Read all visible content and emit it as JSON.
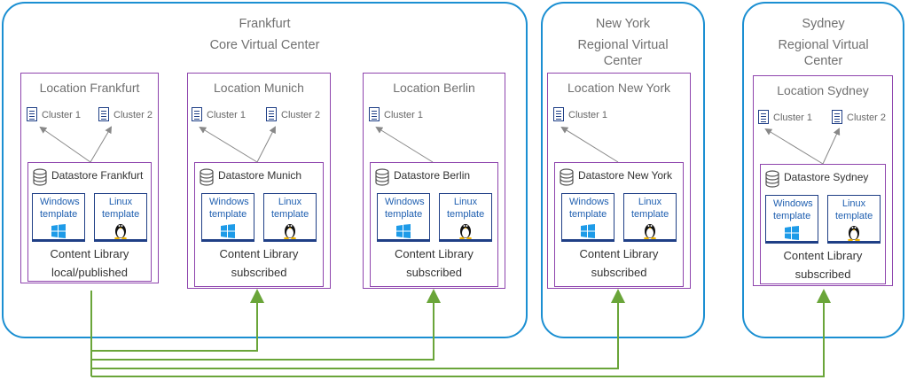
{
  "colors": {
    "region_border": "#1b8fd2",
    "location_border": "#8e44ad",
    "template_border": "#1f3f86",
    "sync_line": "#6aa539",
    "arrow": "#888888"
  },
  "regions": [
    {
      "title_line1": "Frankfurt",
      "title_line2": "Core Virtual Center"
    },
    {
      "title_line1": "New York",
      "title_line2": "Regional Virtual Center"
    },
    {
      "title_line1": "Sydney",
      "title_line2": "Regional Virtual Center"
    }
  ],
  "locations": [
    {
      "title": "Location Frankfurt",
      "clusters": [
        "Cluster 1",
        "Cluster 2"
      ],
      "datastore": "Datastore Frankfurt",
      "templates": [
        "Windows template",
        "Linux template"
      ],
      "library_line1": "Content Library",
      "library_line2": "local/published"
    },
    {
      "title": "Location Munich",
      "clusters": [
        "Cluster 1",
        "Cluster 2"
      ],
      "datastore": "Datastore Munich",
      "templates": [
        "Windows template",
        "Linux template"
      ],
      "library_line1": "Content Library",
      "library_line2": "subscribed"
    },
    {
      "title": "Location Berlin",
      "clusters": [
        "Cluster 1"
      ],
      "datastore": "Datastore Berlin",
      "templates": [
        "Windows template",
        "Linux template"
      ],
      "library_line1": "Content Library",
      "library_line2": "subscribed"
    },
    {
      "title": "Location New York",
      "clusters": [
        "Cluster 1"
      ],
      "datastore": "Datastore New York",
      "templates": [
        "Windows template",
        "Linux template"
      ],
      "library_line1": "Content Library",
      "library_line2": "subscribed"
    },
    {
      "title": "Location Sydney",
      "clusters": [
        "Cluster 1",
        "Cluster 2"
      ],
      "datastore": "Datastore Sydney",
      "templates": [
        "Windows template",
        "Linux template"
      ],
      "library_line1": "Content Library",
      "library_line2": "subscribed"
    }
  ],
  "icons": {
    "cluster": "server-icon",
    "datastore": "database-icon",
    "windows": "windows-logo-icon",
    "linux": "tux-penguin-icon"
  }
}
